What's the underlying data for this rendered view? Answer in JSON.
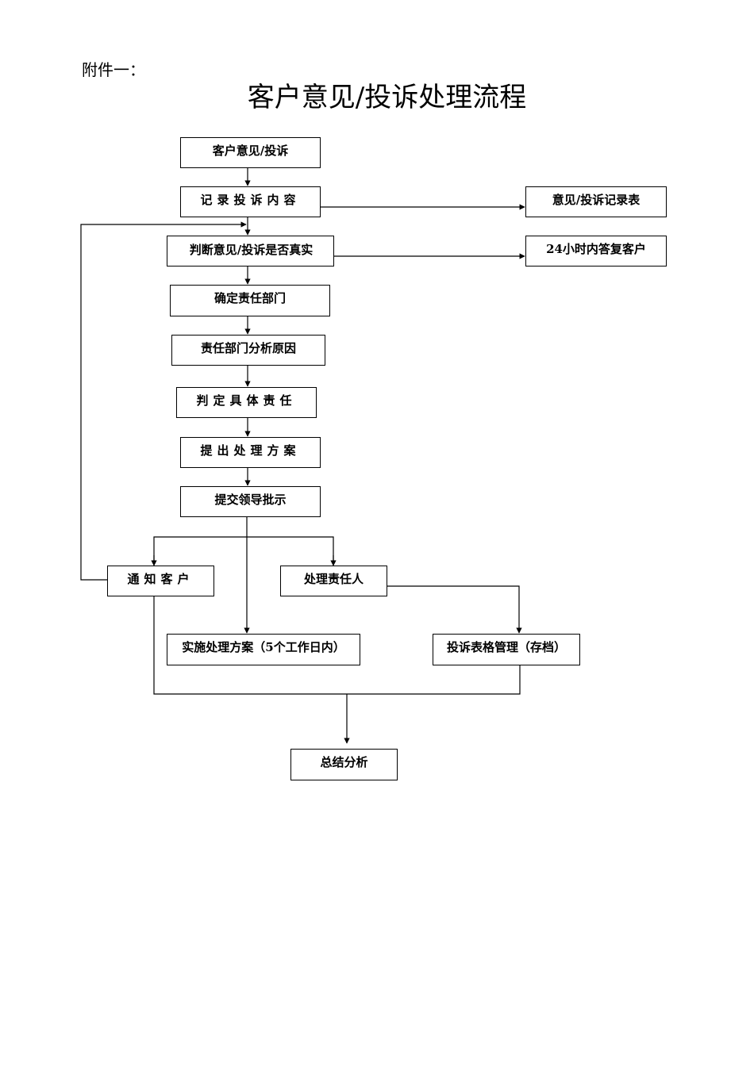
{
  "header": {
    "attachment_label": "附件一：",
    "title": "客户意见/投诉处理流程"
  },
  "nodes": {
    "receive": "客户意见/投诉",
    "record": "记录投诉内容",
    "record_form": "意见/投诉记录表",
    "judge": "判断意见/投诉是否真实",
    "reply_24h": "24小时内答复客户",
    "assign_dept": "确定责任部门",
    "analyze_cause": "责任部门分析原因",
    "determine_liability": "判定具体责任",
    "propose_plan": "提出处理方案",
    "submit_approval": "提交领导批示",
    "notify_customer": "通知客户",
    "handle_person": "处理责任人",
    "implement_plan": "实施处理方案（5个工作日内）",
    "archive_form": "投诉表格管理（存档）",
    "summary": "总结分析"
  },
  "colors": {
    "line": "#000000",
    "box_border": "#000000",
    "background": "#ffffff"
  }
}
